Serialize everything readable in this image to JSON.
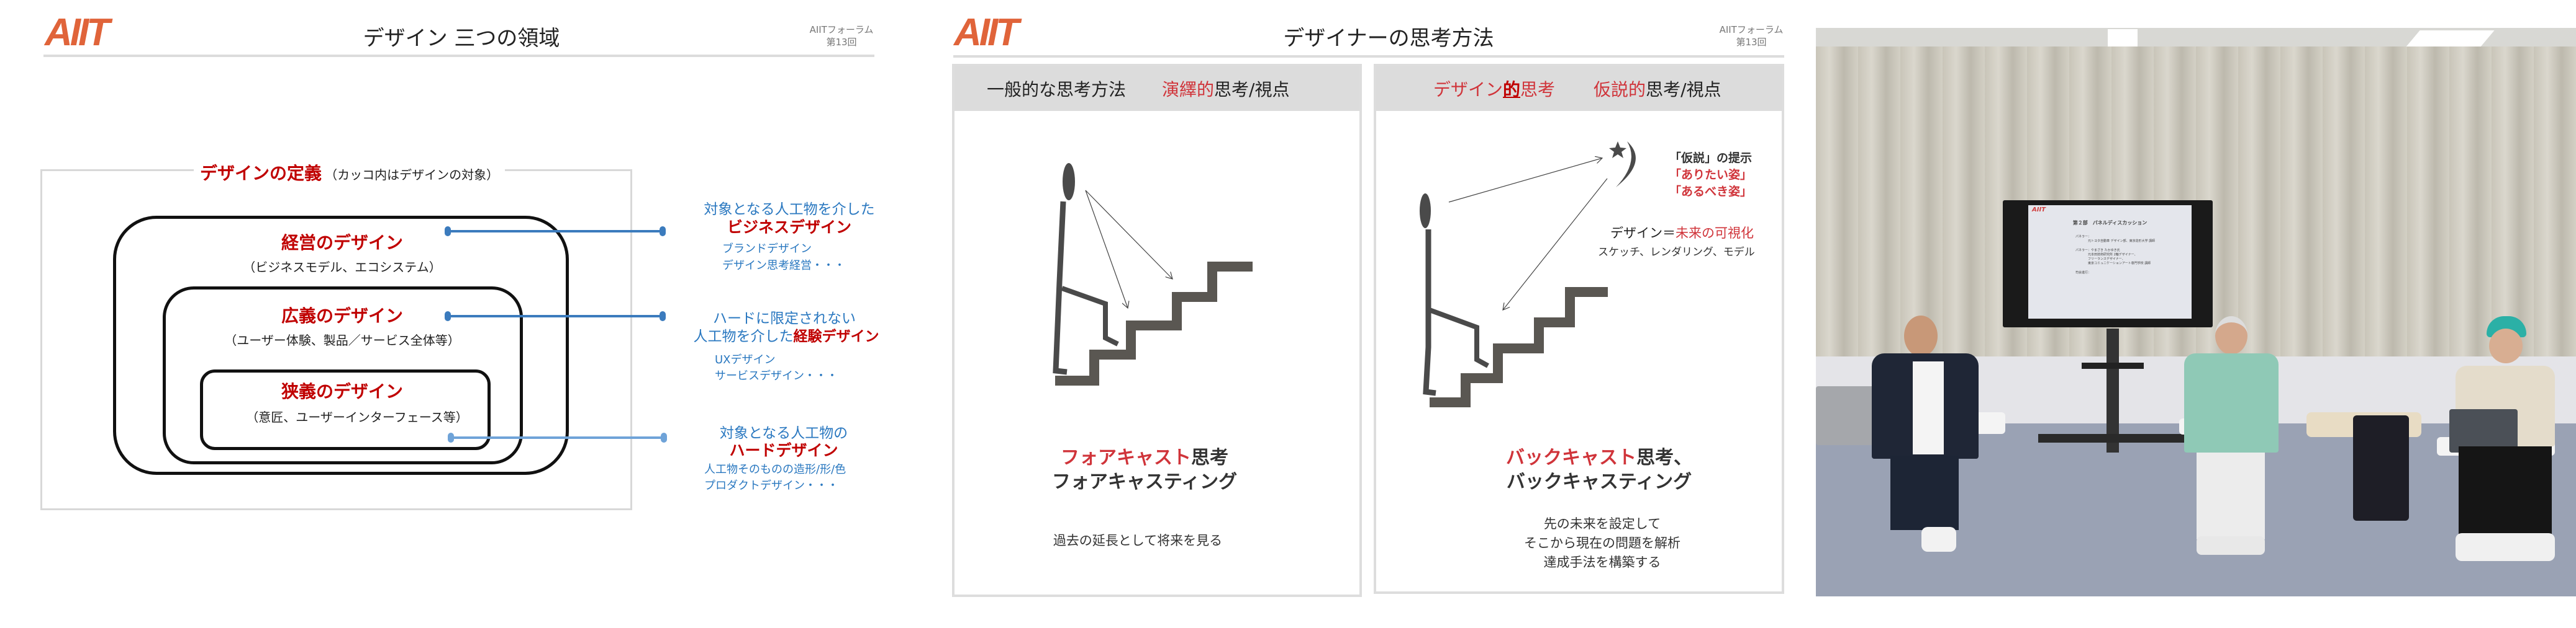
{
  "slide1": {
    "logo_text": "AIIT",
    "title": "デザイン 三つの領域",
    "forum": "AIITフォーラム",
    "session": "第13回",
    "definition_title": "デザインの定義",
    "definition_note": "（カッコ内はデザインの対象）",
    "levels": [
      {
        "title": "経営のデザイン",
        "scope": "（ビジネスモデル、エコシステム）"
      },
      {
        "title": "広義のデザイン",
        "scope": "（ユーザー体験、製品／サービス全体等）"
      },
      {
        "title": "狭義のデザイン",
        "scope": "（意匠、ユーザーインターフェース等）"
      }
    ],
    "callouts": [
      {
        "lead": "対象となる人工物を介した",
        "lead2": "",
        "emphasis": "ビジネスデザイン",
        "examples": [
          "ブランドデザイン",
          "デザイン思考経営・・・"
        ]
      },
      {
        "lead": "ハードに限定されない",
        "lead2": "人工物を介した",
        "emphasis": "経験デザイン",
        "examples": [
          "UXデザイン",
          "サービスデザイン・・・"
        ]
      },
      {
        "lead": "対象となる人工物の",
        "lead2": "",
        "emphasis": "ハードデザイン",
        "examples": [
          "人工物そのものの造形/形/色",
          "プロダクトデザイン・・・"
        ]
      }
    ],
    "colors": {
      "accent_red": "#c00000",
      "callout_blue": "#2a78c0",
      "logo_orange": "#e0643a"
    }
  },
  "slide2": {
    "logo_text": "AIIT",
    "title": "デザイナーの思考方法",
    "forum": "AIITフォーラム",
    "session": "第13回",
    "left": {
      "header_a": "一般的な思考方法",
      "header_b_red": "演繹的",
      "header_b_rest": "思考/視点",
      "method_red": "フォアキャスト",
      "method_rest": "思考",
      "method_line2": "フォアキャスティング",
      "description": [
        "過去の延長として将来を見る"
      ]
    },
    "right": {
      "header_a1": "デザイン",
      "header_a2": "的",
      "header_a3": "思考",
      "header_b_red": "仮説的",
      "header_b_rest": "思考/視点",
      "hypothesis": "「仮説」の提示",
      "ideal": "「ありたい姿」",
      "should": "「あるべき姿」",
      "vis_a": "デザイン＝",
      "vis_b": "未来の可視化",
      "vis_examples": "スケッチ、レンダリング、モデル",
      "method_red": "バックキャスト",
      "method_rest": "思考、",
      "method_line2": "バックキャスティング",
      "description": [
        "先の未来を設定して",
        "そこから現在の問題を解析",
        "達成手法を構築する"
      ]
    }
  },
  "photo": {
    "screen": {
      "logo_text": "AIIT",
      "title": "第２部　パネルディスカッション",
      "lines": [
        "パネラー：",
        "元トヨタ自動車 デザイン部、東京造形大学 講師",
        "パネラー：やまざき たかゆき氏",
        "元本田技術研究所 2輪デザイナー、",
        "フリーランスデザイナー、",
        "東京コミュニケーションアート専門学校 講師",
        "司会進行："
      ]
    }
  }
}
